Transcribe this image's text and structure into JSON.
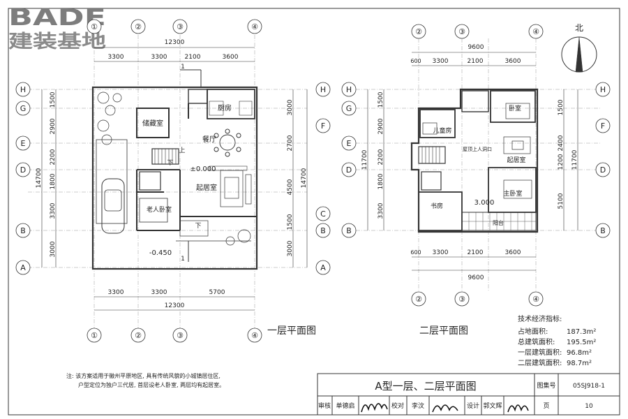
{
  "logo": {
    "letters": "BADE",
    "cn": "建装基地"
  },
  "north": "北",
  "floor1": {
    "caption": "一层平面图",
    "top_grid": [
      "①",
      "②",
      "③",
      "④"
    ],
    "bottom_grid": [
      "①",
      "②",
      "③",
      "④"
    ],
    "left_grid": [
      "H",
      "G",
      "E",
      "D",
      "B",
      "A"
    ],
    "right_grid": [
      "H",
      "F",
      "C",
      "B",
      "A"
    ],
    "top_total": "12300",
    "top_dims": [
      "3300",
      "3300",
      "2100",
      "3600"
    ],
    "bottom_dims": [
      "3300",
      "3300",
      "5700"
    ],
    "bottom_total": "12300",
    "left_dims": [
      "1500",
      "2900",
      "2200",
      "1800",
      "3300",
      "3000"
    ],
    "left_total": "14700",
    "right_dims": [
      "3000",
      "2700",
      "4500",
      "1500",
      "3000"
    ],
    "right_total": "14700",
    "rooms": {
      "storage": "储藏室",
      "kitchen": "厨房",
      "dining": "餐厅",
      "living": "起居室",
      "elder_bedroom": "老人卧室",
      "up": "上",
      "down": "下",
      "down2": "下",
      "level": "±0.000",
      "level_low": "-0.450",
      "section1": "1",
      "section2": "1"
    }
  },
  "floor2": {
    "caption": "二层平面图",
    "top_grid": [
      "②",
      "③",
      "④"
    ],
    "bottom_grid": [
      "②",
      "③",
      "④"
    ],
    "left_grid": [
      "H",
      "G",
      "E",
      "D",
      "B"
    ],
    "right_grid": [
      "H",
      "F",
      "D",
      "B"
    ],
    "top_total": "9600",
    "top_dims": [
      "600",
      "3300",
      "2100",
      "3600"
    ],
    "bottom_dims": [
      "600",
      "3300",
      "2100",
      "3600"
    ],
    "bottom_total": "9600",
    "left_dims": [
      "1500",
      "2900",
      "2200",
      "1800",
      "3300"
    ],
    "left_total": "11700",
    "right_dims": [
      "1500",
      "2400",
      "1200",
      "5100"
    ],
    "right_total": "11700",
    "rooms": {
      "bedroom": "卧室",
      "child": "儿童房",
      "upper_living": "起居室",
      "void": "屋顶上人洞口",
      "master": "主卧室",
      "study": "书房",
      "balcony": "阳台",
      "level": "3.000"
    }
  },
  "indicators": {
    "heading": "技术经济指标:",
    "rows": [
      {
        "label": "占地面积:",
        "value": "187.3m²"
      },
      {
        "label": "总建筑面积:",
        "value": "195.5m²"
      },
      {
        "label": "一层建筑面积:",
        "value": "96.8m²"
      },
      {
        "label": "二层建筑面积:",
        "value": "98.7m²"
      }
    ]
  },
  "note": {
    "line1": "注: 该方案适用于徽州平原地区, 具有传统风貌的小城镇居住区,",
    "line2": "户型定位为独户三代居, 首层设老人卧室, 两层均有起居室。"
  },
  "title_block": {
    "title": "A型一层、二层平面图",
    "atlas_label": "图集号",
    "atlas_no": "05SJ918-1",
    "review_label": "审核",
    "reviewer": "单德启",
    "check_label": "校对",
    "checker": "李汶",
    "design_label": "设计",
    "designer": "郭文辉",
    "page_label": "页",
    "page_no": "10"
  }
}
